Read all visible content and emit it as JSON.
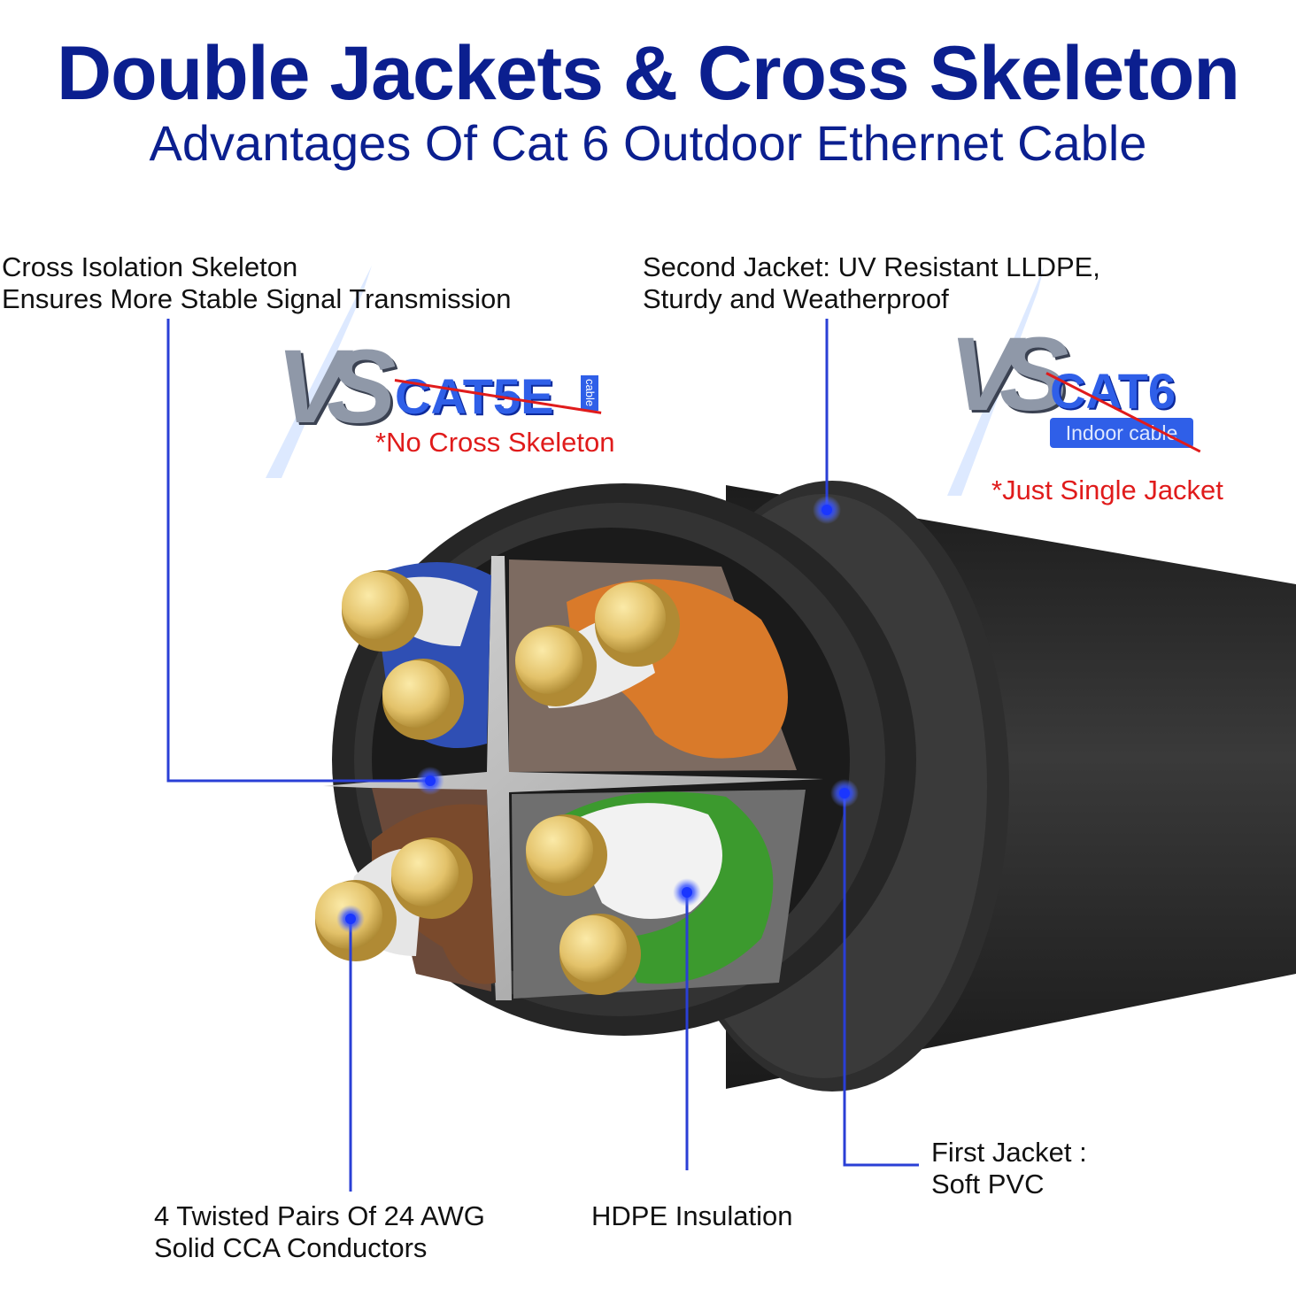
{
  "header": {
    "title": "Double Jackets & Cross Skeleton",
    "subtitle": "Advantages Of Cat 6 Outdoor Ethernet Cable"
  },
  "callouts": {
    "skeleton_line1": "Cross Isolation Skeleton",
    "skeleton_line2": "Ensures More Stable Signal Transmission",
    "second_jacket_line1": "Second Jacket: UV Resistant LLDPE,",
    "second_jacket_line2": "Sturdy and Weatherproof",
    "first_jacket_line1": "First Jacket :",
    "first_jacket_line2": "Soft PVC",
    "pairs_line1": "4 Twisted Pairs Of 24 AWG",
    "pairs_line2": "Solid CCA Conductors",
    "hdpe": "HDPE Insulation"
  },
  "comparisons": {
    "vs_text": "VS",
    "cat5e": {
      "name": "CAT5E",
      "tag": "cable",
      "note": "*No Cross Skeleton"
    },
    "cat6": {
      "name": "CAT6",
      "badge": "Indoor cable",
      "note": "*Just Single Jacket"
    }
  },
  "colors": {
    "title_blue": "#0b1f8f",
    "callout_line": "#2a3fd6",
    "warning_red": "#e01b1b",
    "jacket": "#2b2b2b",
    "conductor_gold": "#e3c26a"
  }
}
